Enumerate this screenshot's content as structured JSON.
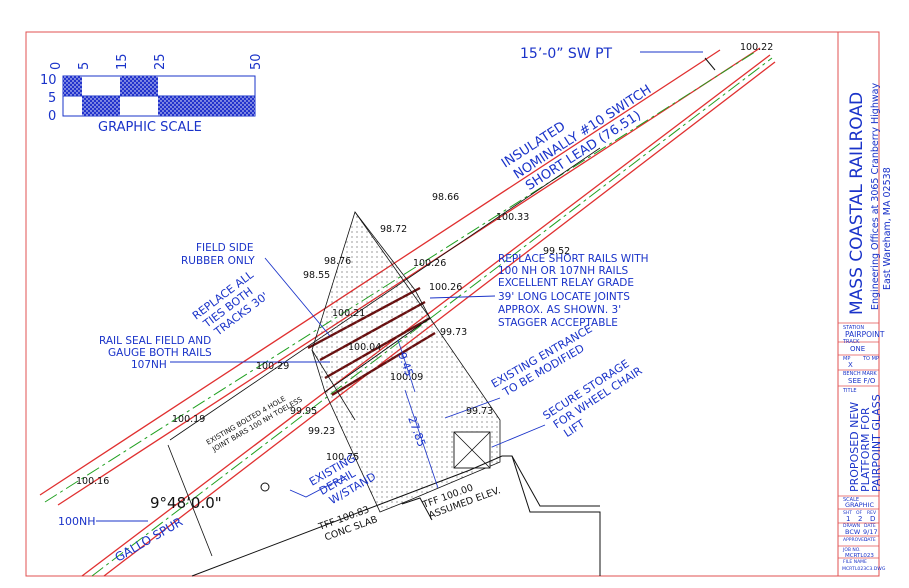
{
  "scale": {
    "ticks_top": [
      "0",
      "5",
      "15",
      "25",
      "50"
    ],
    "ticks_left": [
      "10",
      "5",
      "0"
    ],
    "label": "GRAPHIC SCALE"
  },
  "labels": {
    "sw_pt": "15’-0” SW PT",
    "switch_1": "INSULATED",
    "switch_2": "NOMINALLY #10 SWITCH",
    "switch_3": "SHORT LEAD (76.51)",
    "field_side_1": "FIELD SIDE",
    "field_side_2": "RUBBER ONLY",
    "replace_ties_1": "REPLACE ALL",
    "replace_ties_2": "TIES BOTH",
    "replace_ties_3": "TRACKS 30'",
    "rail_seal_1": "RAIL SEAL FIELD AND",
    "rail_seal_2": "GAUGE BOTH RAILS",
    "rail_seal_3": "107NH",
    "replace_rails_1": "REPLACE SHORT RAILS WITH",
    "replace_rails_2": "100 NH OR 107NH RAILS",
    "replace_rails_3": "EXCELLENT RELAY GRADE",
    "replace_rails_4": "39' LONG LOCATE JOINTS",
    "replace_rails_5": "APPROX. AS SHOWN.  3'",
    "replace_rails_6": "STAGGER ACCEPTABLE",
    "existing_entrance_1": "EXISTING ENTRANCE",
    "existing_entrance_2": "TO BE MODIFIED",
    "secure_storage_1": "SECURE STORAGE",
    "secure_storage_2": "FOR WHEEL CHAIR",
    "secure_storage_3": "LIFT",
    "bolted_1": "EXISTING BOLTED 4 HOLE",
    "bolted_2": "JOINT BARS 100 NH TOELESS",
    "derail_1": "EXISTING",
    "derail_2": "DERAIL",
    "derail_3": "W/STAND",
    "angle": "9°48’0.0\"",
    "rail_100nh": "100NH",
    "gallo_spur": "GALLO SPUR",
    "tff_slab_1": "TFF 100.83",
    "tff_slab_2": "CONC SLAB",
    "tff_assumed_1": "TFF 100.00",
    "tff_assumed_2": "ASSUMED ELEV.",
    "dim_945": "9.45",
    "dim_2785": "27.85"
  },
  "elevations": [
    "100.22",
    "98.66",
    "100.33",
    "98.72",
    "99.52",
    "98.76",
    "100.26",
    "98.55",
    "100.26",
    "100.21",
    "99.73",
    "100.04",
    "100.09",
    "100.29",
    "99.73",
    "100.19",
    "99.95",
    "99.23",
    "100.75",
    "100.16"
  ],
  "title_block": {
    "company": "MASS COASTAL RAILROAD",
    "address_1": "Engineering Offices at 3065 Cranberry Highway",
    "address_2": "East Wareham, MA 02538",
    "station_label": "STATION",
    "station": "PAIRPOINT",
    "track_label": "TRACK",
    "track": "ONE",
    "mp_label": "MP",
    "to_mp_label": "TO MP",
    "mp_value": "X",
    "bench_mark_label": "BENCH MARK",
    "bench_mark": "SEE F/O",
    "title_label": "TITLE",
    "title_1": "PROPOSED NEW",
    "title_2": "PLATFORM FOR",
    "title_3": "PAIRPOINT GLASS",
    "scale_label": "SCALE",
    "scale": "GRAPHIC",
    "sht_label": "SHT",
    "of_label": "OF",
    "rev_label": "REV",
    "sht": "1",
    "of": "2",
    "rev": "D",
    "drawn_label": "DRAWN",
    "date_label": "DATE",
    "drawn": "BCW",
    "date": "9/17",
    "approved_label": "APPROVED",
    "approved_date_label": "DATE",
    "job_label": "JOB NO.",
    "job": "MCRTL023",
    "file_label": "FILE NAME",
    "file": "MCRTL023C3.DWG"
  },
  "colors": {
    "border": "#e05050",
    "rail": "#e03030",
    "centerline": "#20a020",
    "annotation": "#1a33c9",
    "linework": "#111111"
  }
}
